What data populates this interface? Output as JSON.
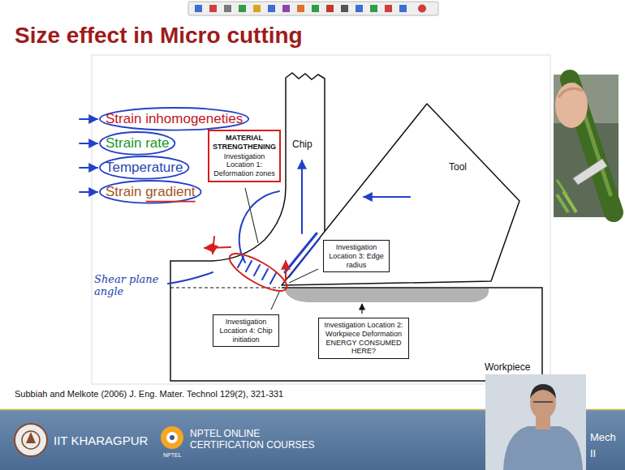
{
  "diagram": {
    "title": "Size effect in Micro cutting",
    "caption": "Subbiah and Melkote (2006) J. Eng. Mater. Technol 129(2), 321-331",
    "nodes": [
      {
        "text": [
          "MATERIAL STRENGTHENING",
          "Investigation Location 1: Deformation zones"
        ]
      },
      {
        "text": [
          "Investigation Location 3: Edge radius"
        ]
      },
      {
        "text": [
          "Investigation Location 4: Chip initiation"
        ]
      },
      {
        "text": [
          "Investigation Location 2: Workpiece Deformation ENERGY CONSUMED HERE?"
        ]
      }
    ],
    "labels": [
      "Strain inhomogeneties",
      "Strain rate",
      "Temperature",
      "Strain gradient",
      "Chip",
      "Tool",
      "Shear plane angle",
      "Workpiece",
      "IIT KHARAGPUR",
      "NPTEL",
      "NPTEL ONLINE CERTIFICATION COURSES",
      "Mech",
      "II"
    ]
  }
}
